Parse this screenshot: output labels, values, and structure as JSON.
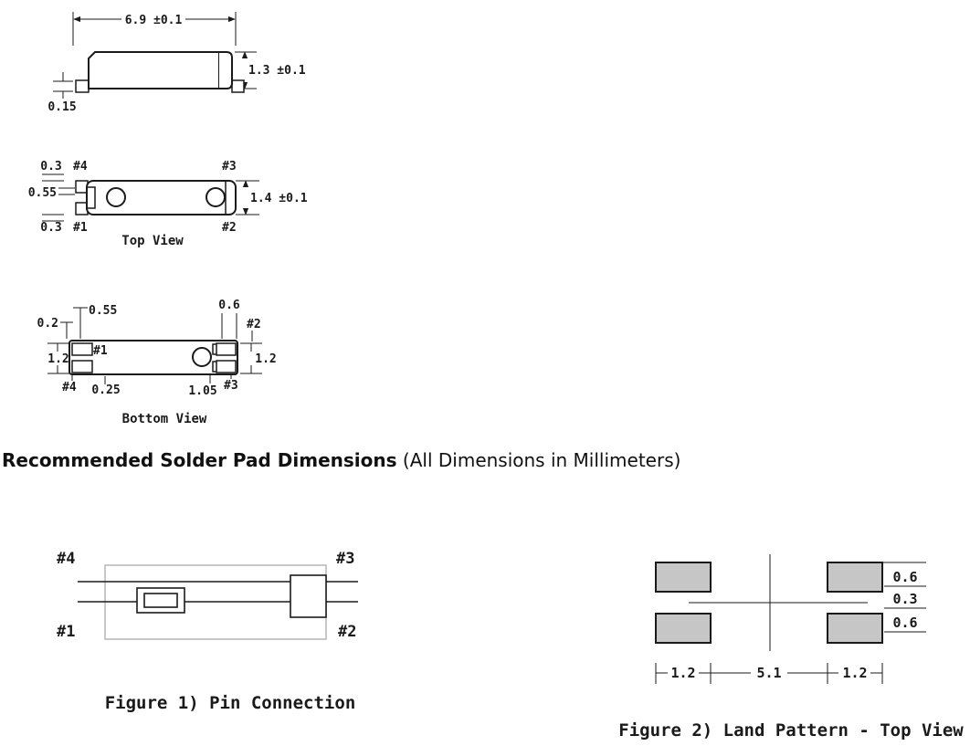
{
  "side_view": {
    "dim_length": "6.9 ±0.1",
    "dim_height": "1.3 ±0.1",
    "dim_standoff": "0.15"
  },
  "top_view": {
    "caption": "Top View",
    "dim_pad_top": "0.3",
    "dim_pad_bottom": "0.3",
    "dim_pad_side": "0.55",
    "dim_width": "1.4 ±0.1",
    "pin_top_left": "#4",
    "pin_top_right": "#3",
    "pin_bottom_left": "#1",
    "pin_bottom_right": "#2"
  },
  "bottom_view": {
    "caption": "Bottom View",
    "dim_pad_offset": "0.55",
    "dim_pad_width": "0.6",
    "dim_edge": "0.2",
    "dim_side_left": "1.2",
    "dim_side_right": "1.2",
    "dim_gap": "0.25",
    "dim_inner": "1.05",
    "pin_top_left": "#1",
    "pin_top_right": "#2",
    "pin_bottom_left": "#4",
    "pin_bottom_right": "#3"
  },
  "heading": {
    "title_bold": "Recommended Solder Pad Dimensions",
    "title_normal": " (All Dimensions in Millimeters)"
  },
  "figure1": {
    "caption": "Figure 1) Pin Connection",
    "pin_top_left": "#4",
    "pin_top_right": "#3",
    "pin_bottom_left": "#1",
    "pin_bottom_right": "#2"
  },
  "figure2": {
    "caption": "Figure 2) Land Pattern - Top View",
    "dim_pad_height_top": "0.6",
    "dim_pad_gap": "0.3",
    "dim_pad_height_bottom": "0.6",
    "dim_pad_len_left": "1.2",
    "dim_span": "5.1",
    "dim_pad_len_right": "1.2"
  }
}
